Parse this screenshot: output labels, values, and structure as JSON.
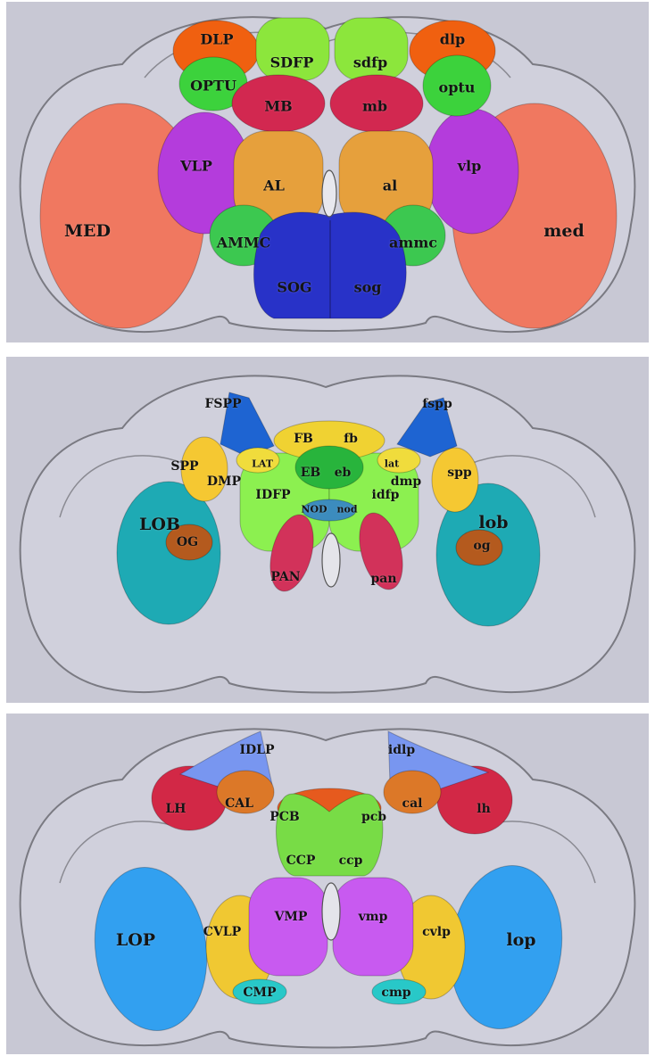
{
  "panels": [
    {
      "id": "panel-1",
      "regions": [
        {
          "key": "dlp_l",
          "text": "DLP",
          "color": "#f06010"
        },
        {
          "key": "dlp_r",
          "text": "dlp",
          "color": "#f06010"
        },
        {
          "key": "optu_l",
          "text": "OPTU",
          "color": "#3cd23c"
        },
        {
          "key": "optu_r",
          "text": "optu",
          "color": "#3cd23c"
        },
        {
          "key": "sdfp_l",
          "text": "SDFP",
          "color": "#8ce63c"
        },
        {
          "key": "sdfp_r",
          "text": "sdfp",
          "color": "#8ce63c"
        },
        {
          "key": "mb_l",
          "text": "MB",
          "color": "#d22850"
        },
        {
          "key": "mb_r",
          "text": "mb",
          "color": "#d22850"
        },
        {
          "key": "vlp_l",
          "text": "VLP",
          "color": "#b43cdc"
        },
        {
          "key": "vlp_r",
          "text": "vlp",
          "color": "#b43cdc"
        },
        {
          "key": "al_l",
          "text": "AL",
          "color": "#e6a03c"
        },
        {
          "key": "al_r",
          "text": "al",
          "color": "#e6a03c"
        },
        {
          "key": "med_l",
          "text": "MED",
          "color": "#f07860"
        },
        {
          "key": "med_r",
          "text": "med",
          "color": "#f07860"
        },
        {
          "key": "ammc_l",
          "text": "AMMC",
          "color": "#3cc850"
        },
        {
          "key": "ammc_r",
          "text": "ammc",
          "color": "#3cc850"
        },
        {
          "key": "sog_l",
          "text": "SOG",
          "color": "#2832c8"
        },
        {
          "key": "sog_r",
          "text": "sog",
          "color": "#2832c8"
        }
      ]
    },
    {
      "id": "panel-2",
      "regions": [
        {
          "key": "fspp_l",
          "text": "FSPP",
          "color": "#1e64d2"
        },
        {
          "key": "fspp_r",
          "text": "fspp",
          "color": "#1e64d2"
        },
        {
          "key": "fb_l",
          "text": "FB",
          "color": "#f0d232"
        },
        {
          "key": "fb_r",
          "text": "fb",
          "color": "#f0d232"
        },
        {
          "key": "spp_l",
          "text": "SPP",
          "color": "#f5c832"
        },
        {
          "key": "spp_r",
          "text": "spp",
          "color": "#f5c832"
        },
        {
          "key": "lat_l",
          "text": "LAT",
          "color": "#f0dc3c"
        },
        {
          "key": "lat_r",
          "text": "lat",
          "color": "#f0dc3c"
        },
        {
          "key": "eb_l",
          "text": "EB",
          "color": "#28b43c"
        },
        {
          "key": "eb_r",
          "text": "eb",
          "color": "#28b43c"
        },
        {
          "key": "dmp_l",
          "text": "DMP",
          "color": "#f0d23c"
        },
        {
          "key": "dmp_r",
          "text": "dmp",
          "color": "#f0d23c"
        },
        {
          "key": "idfp_l",
          "text": "IDFP",
          "color": "#8cf050"
        },
        {
          "key": "idfp_r",
          "text": "idfp",
          "color": "#8cf050"
        },
        {
          "key": "lob_l",
          "text": "LOB",
          "color": "#1eaab4"
        },
        {
          "key": "lob_r",
          "text": "lob",
          "color": "#1eaab4"
        },
        {
          "key": "nod_l",
          "text": "NOD",
          "color": "#3c8cbe"
        },
        {
          "key": "nod_r",
          "text": "nod",
          "color": "#3c8cbe"
        },
        {
          "key": "og_l",
          "text": "OG",
          "color": "#b45a1e"
        },
        {
          "key": "og_r",
          "text": "og",
          "color": "#b45a1e"
        },
        {
          "key": "pan_l",
          "text": "PAN",
          "color": "#d2325a"
        },
        {
          "key": "pan_r",
          "text": "pan",
          "color": "#d2325a"
        }
      ]
    },
    {
      "id": "panel-3",
      "regions": [
        {
          "key": "idlp_l",
          "text": "IDLP",
          "color": "#7896f0"
        },
        {
          "key": "idlp_r",
          "text": "idlp",
          "color": "#7896f0"
        },
        {
          "key": "lh_l",
          "text": "LH",
          "color": "#d22846"
        },
        {
          "key": "lh_r",
          "text": "lh",
          "color": "#d22846"
        },
        {
          "key": "cal_l",
          "text": "CAL",
          "color": "#dc7828"
        },
        {
          "key": "cal_r",
          "text": "cal",
          "color": "#dc7828"
        },
        {
          "key": "pcb_l",
          "text": "PCB",
          "color": "#e65a1e"
        },
        {
          "key": "pcb_r",
          "text": "pcb",
          "color": "#e65a1e"
        },
        {
          "key": "ccp_l",
          "text": "CCP",
          "color": "#78dc46"
        },
        {
          "key": "ccp_r",
          "text": "ccp",
          "color": "#78dc46"
        },
        {
          "key": "cvlp_l",
          "text": "CVLP",
          "color": "#f0c832"
        },
        {
          "key": "cvlp_r",
          "text": "cvlp",
          "color": "#f0c832"
        },
        {
          "key": "vmp_l",
          "text": "VMP",
          "color": "#c85af0"
        },
        {
          "key": "vmp_r",
          "text": "vmp",
          "color": "#c85af0"
        },
        {
          "key": "lop_l",
          "text": "LOP",
          "color": "#32a0f0"
        },
        {
          "key": "lop_r",
          "text": "lop",
          "color": "#32a0f0"
        },
        {
          "key": "cmp_l",
          "text": "CMP",
          "color": "#28c8c8"
        },
        {
          "key": "cmp_r",
          "text": "cmp",
          "color": "#28c8c8"
        }
      ]
    }
  ]
}
